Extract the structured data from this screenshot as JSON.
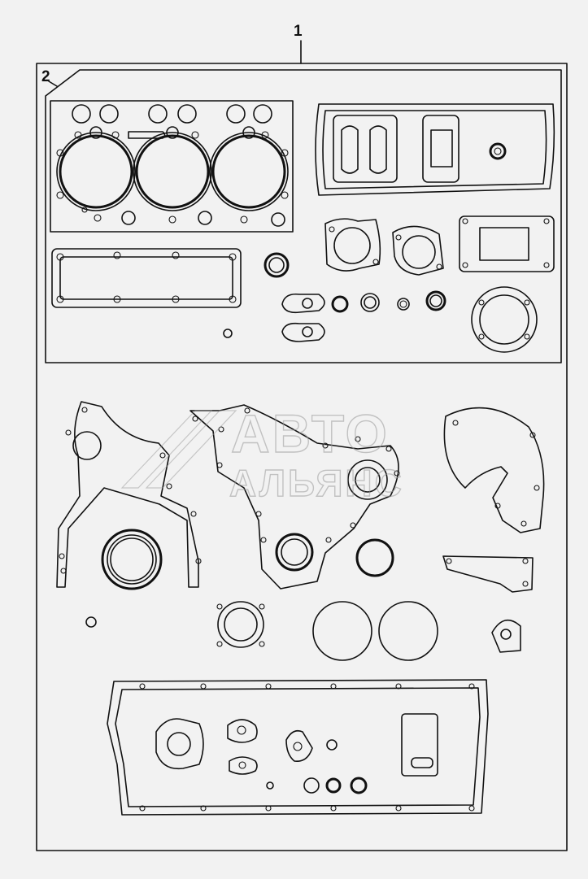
{
  "callouts": {
    "item_1": "1",
    "item_2": "2"
  },
  "watermark": {
    "line1": "АВТО",
    "line2": "АЛЬЯНС"
  },
  "colors": {
    "background": "#f2f2f2",
    "line": "#111111",
    "watermark": "#9a9a9a"
  }
}
